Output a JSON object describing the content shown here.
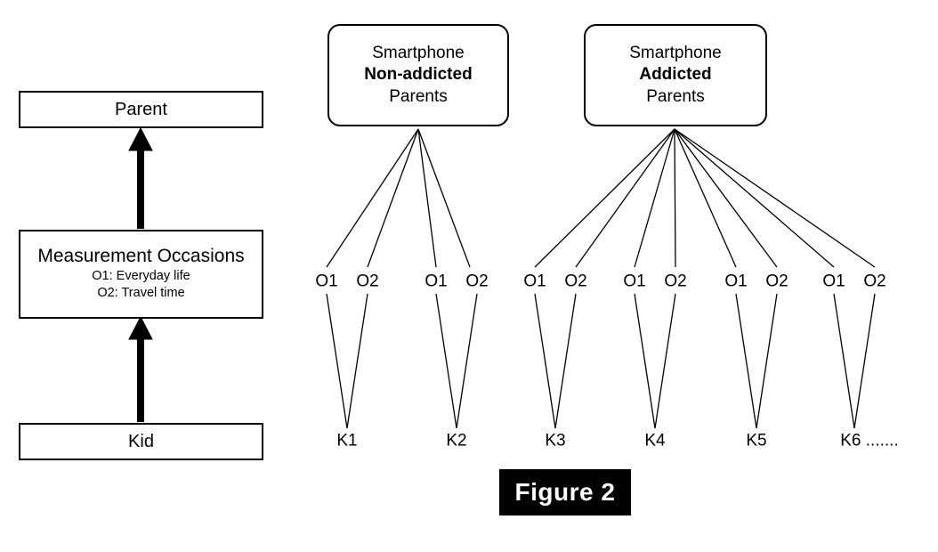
{
  "figure": {
    "caption": "Figure 2",
    "caption_bg": "#000000",
    "caption_fg": "#ffffff"
  },
  "left_panel": {
    "levels": [
      {
        "id": "parent",
        "title": "Parent",
        "subtitles": []
      },
      {
        "id": "measurement-occasions",
        "title": "Measurement Occasions",
        "subtitles": [
          "O1: Everyday life",
          "O2: Travel time"
        ]
      },
      {
        "id": "kid",
        "title": "Kid",
        "subtitles": []
      }
    ],
    "arrows": [
      {
        "from": "kid",
        "to": "measurement-occasions"
      },
      {
        "from": "measurement-occasions",
        "to": "parent"
      }
    ]
  },
  "right_panel": {
    "groups": [
      {
        "id": "non-addicted",
        "line1": "Smartphone",
        "line2": "Non-addicted",
        "line3": "Parents",
        "kids": [
          {
            "label": "K1",
            "occasions": [
              "O1",
              "O2"
            ]
          },
          {
            "label": "K2",
            "occasions": [
              "O1",
              "O2"
            ]
          }
        ]
      },
      {
        "id": "addicted",
        "line1": "Smartphone",
        "line2": "Addicted",
        "line3": "Parents",
        "kids": [
          {
            "label": "K3",
            "occasions": [
              "O1",
              "O2"
            ]
          },
          {
            "label": "K4",
            "occasions": [
              "O1",
              "O2"
            ]
          },
          {
            "label": "K5",
            "occasions": [
              "O1",
              "O2"
            ]
          },
          {
            "label": "K6 .......",
            "occasions": [
              "O1",
              "O2"
            ]
          }
        ]
      }
    ]
  },
  "colors": {
    "stroke": "#000000",
    "background": "#ffffff",
    "box_fill": "#ffffff"
  }
}
